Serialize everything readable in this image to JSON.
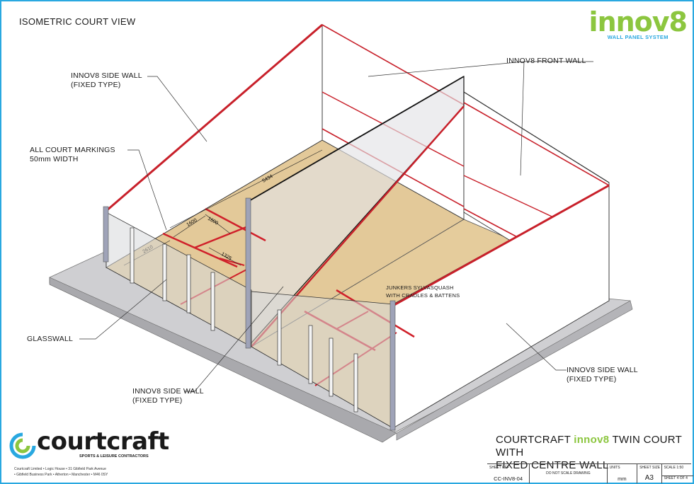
{
  "header": {
    "title": "ISOMETRIC COURT VIEW",
    "brand_logo": {
      "word": "innov8",
      "subtitle": "WALL PANEL SYSTEM",
      "color": "#8cc63f",
      "subtitle_color": "#29a8e0"
    }
  },
  "annotations": {
    "side_wall_top_left": {
      "line1": "INNOV8 SIDE WALL",
      "line2": "(FIXED TYPE)"
    },
    "court_markings": {
      "line1": "ALL COURT MARKINGS",
      "line2": "50mm WIDTH"
    },
    "front_wall": {
      "line1": "INNOV8 FRONT WALL"
    },
    "glasswall": {
      "line1": "GLASSWALL"
    },
    "side_wall_bottom_centre": {
      "line1": "INNOV8 SIDE WALL",
      "line2": "(FIXED TYPE)"
    },
    "side_wall_bottom_right": {
      "line1": "INNOV8 SIDE WALL",
      "line2": "(FIXED TYPE)"
    },
    "floor": {
      "line1": "JUNKERS SYLVASQUASH",
      "line2": "WITH CRADLES & BATTENS"
    }
  },
  "dimensions": {
    "length": "5434",
    "service_box_1": "1600",
    "service_box_2": "1600",
    "short_line": "2610",
    "service_offset": "1325"
  },
  "colors": {
    "frame": "#29a8e0",
    "court_line": "#d0202a",
    "floor": "#e2c898",
    "base": "#c9c9cc",
    "glass": "#d8d9dc"
  },
  "footer": {
    "company_logo": {
      "word": "courtcraft",
      "tagline": "SPORTS & LEISURE CONTRACTORS"
    },
    "address_line1": "Courtcraft Limited • Logic House • 31 Gibfield Park Avenue",
    "address_line2": "• Gibfield Business Park • Atherton • Manchester • M46 0SY",
    "drawing_title_pre": "COURTCRAFT ",
    "drawing_title_brand": "innov8",
    "drawing_title_post": " TWIN COURT WITH",
    "drawing_title_line2": "FIXED CENTRE WALL",
    "title_block": {
      "sheet_ref_label": "SHEET REF",
      "sheet_ref": "CC-INV8-04",
      "note": "DO NOT SCALE DRAWING",
      "units_label": "UNITS",
      "units": "mm",
      "sheet_size_label": "SHEET SIZE",
      "sheet_size": "A3",
      "scale": "SCALE 1:50",
      "sheet_no": "SHEET 4 OF 4"
    }
  }
}
